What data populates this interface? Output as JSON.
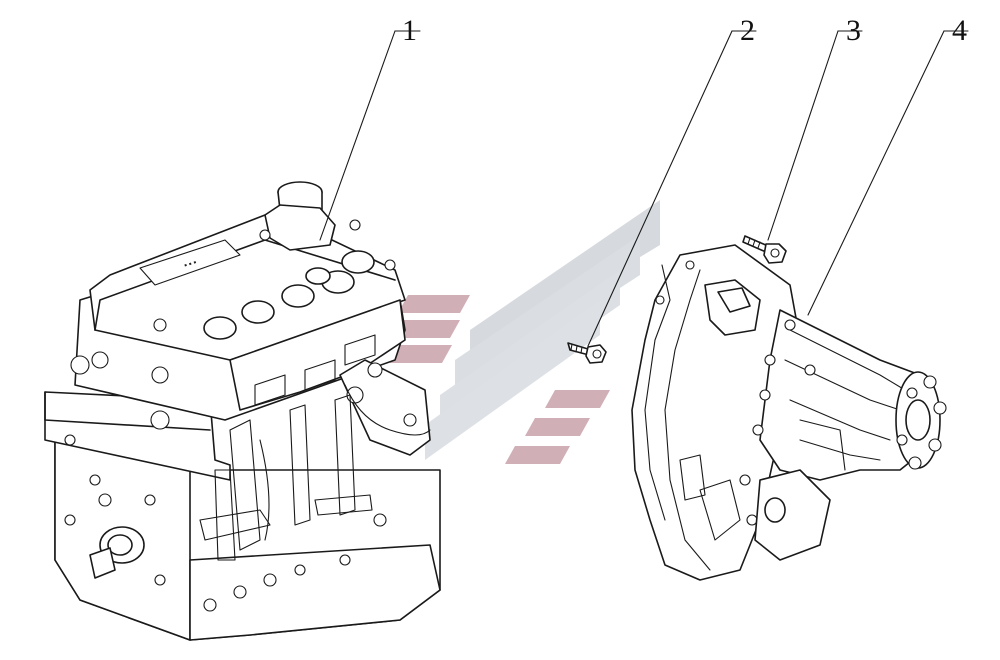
{
  "diagram": {
    "callouts": [
      {
        "id": "1",
        "label": "1"
      },
      {
        "id": "2",
        "label": "2"
      },
      {
        "id": "3",
        "label": "3"
      },
      {
        "id": "4",
        "label": "4"
      }
    ],
    "colors": {
      "line": "#1a1a1a",
      "watermark_gray": "#c9cdd3",
      "watermark_red": "#c9a9b0"
    },
    "parts_icons": [
      "engine-assembly-icon",
      "bolt-icon",
      "bolt-icon",
      "transmission-assembly-icon"
    ]
  }
}
